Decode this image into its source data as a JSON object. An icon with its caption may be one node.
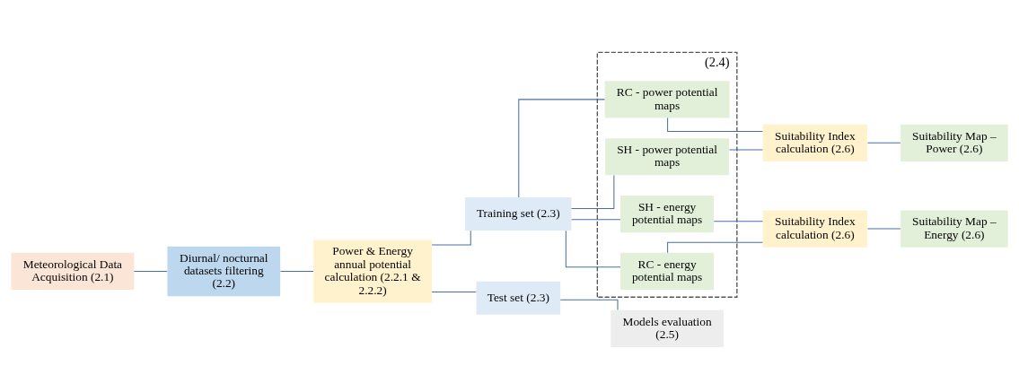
{
  "diagram": {
    "nodes": [
      {
        "text": [
          "Meteorological Data Acquisition (2.1)"
        ]
      },
      {
        "text": [
          "Diurnal/ nocturnal datasets filtering (2.2)"
        ]
      },
      {
        "text": [
          "Power & Energy annual potential calculation (2.2.1 & 2.2.2)"
        ]
      },
      {
        "text": [
          "Training set (2.3)"
        ]
      },
      {
        "text": [
          "Test set (2.3)"
        ]
      },
      {
        "text": [
          "(2.4)"
        ]
      },
      {
        "text": [
          "RC - power potential maps"
        ],
        "in": 5
      },
      {
        "text": [
          "RC - energy potential maps"
        ],
        "in": 5
      },
      {
        "text": [
          "SH - power potential maps"
        ],
        "in": 5
      },
      {
        "text": [
          "SH - energy potential maps"
        ],
        "in": 5
      },
      {
        "text": [
          "Suitability Index calculation (2.6)"
        ]
      },
      {
        "text": [
          "Suitability Index calculation (2.6)"
        ]
      },
      {
        "text": [
          "Suitability Map – Power (2.6)"
        ]
      },
      {
        "text": [
          "Suitability Map – Energy (2.6)"
        ]
      },
      {
        "text": [
          "Models evaluation (2.5)"
        ]
      }
    ],
    "edges": [
      {
        "from": 0,
        "to": 1,
        "arrow": "none"
      },
      {
        "from": 1,
        "to": 2,
        "arrow": "none"
      },
      {
        "from": 2,
        "to": 3,
        "arrow": "none"
      },
      {
        "from": 2,
        "to": 4,
        "arrow": "none"
      },
      {
        "from": 3,
        "to": 6,
        "arrow": "none"
      },
      {
        "from": 3,
        "to": 7,
        "arrow": "none"
      },
      {
        "from": 3,
        "to": 8,
        "arrow": "none"
      },
      {
        "from": 3,
        "to": 9,
        "arrow": "none"
      },
      {
        "from": 6,
        "to": 10,
        "arrow": "none"
      },
      {
        "from": 8,
        "to": 10,
        "arrow": "none"
      },
      {
        "from": 7,
        "to": 11,
        "arrow": "none"
      },
      {
        "from": 9,
        "to": 11,
        "arrow": "none"
      },
      {
        "from": 10,
        "to": 12,
        "arrow": "none"
      },
      {
        "from": 11,
        "to": 13,
        "arrow": "none"
      },
      {
        "from": 4,
        "to": 14,
        "arrow": "none"
      }
    ]
  }
}
